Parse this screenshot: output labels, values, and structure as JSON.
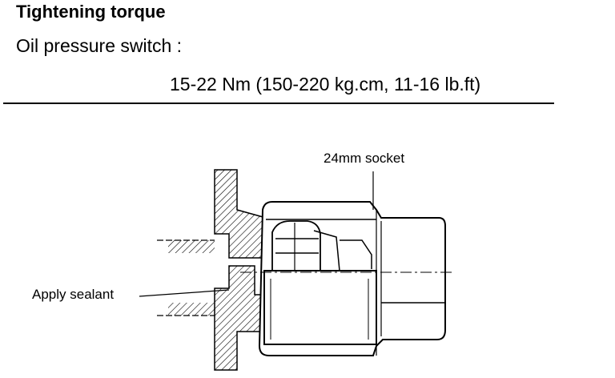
{
  "header": {
    "title": "Tightening torque",
    "subject": "Oil pressure switch :",
    "spec": "15-22 Nm (150-220 kg.cm, 11-16 lb.ft)"
  },
  "diagram": {
    "labels": {
      "socket": "24mm socket",
      "sealant": "Apply sealant"
    }
  }
}
